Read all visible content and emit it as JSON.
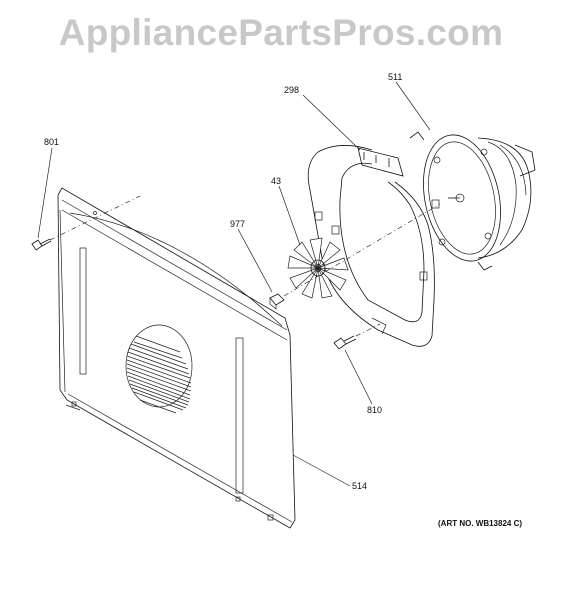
{
  "watermark": "AppliancePartsPros.com",
  "art_number": "(ART NO. WB13824 C)",
  "callouts": {
    "c801": "801",
    "c298": "298",
    "c511": "511",
    "c43": "43",
    "c977": "977",
    "c810": "810",
    "c514": "514"
  }
}
